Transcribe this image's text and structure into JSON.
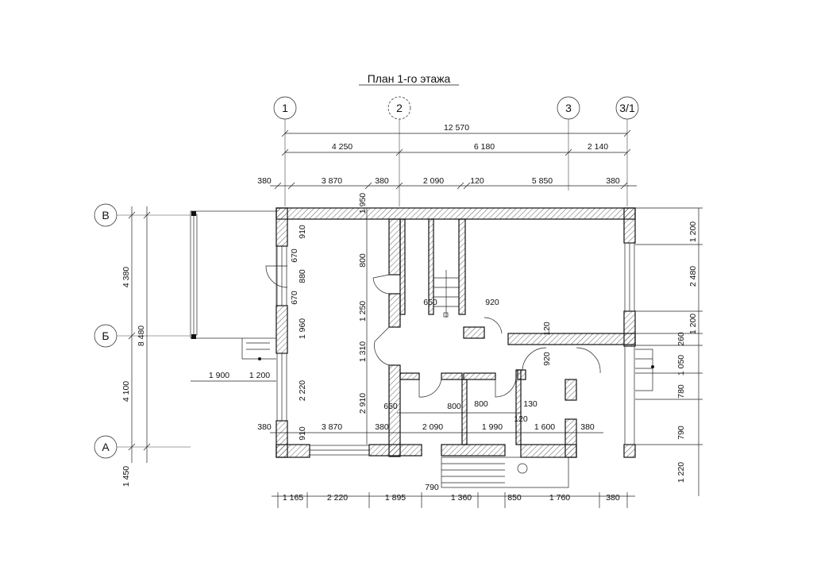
{
  "title": "План 1-го этажа",
  "axes": {
    "columns": [
      "1",
      "2",
      "3",
      "3/1"
    ],
    "rows": [
      "В",
      "Б",
      "А"
    ]
  },
  "dims_top": {
    "overall": "12 570",
    "row2": [
      "4 250",
      "6 180",
      "2 140"
    ],
    "row3": [
      "380",
      "3 870",
      "380",
      "2 090",
      "120",
      "5 850",
      "380"
    ]
  },
  "dims_bottom": [
    "1 165",
    "2 220",
    "1 895",
    "1 360",
    "850",
    "1 760",
    "380"
  ],
  "dims_left": {
    "outer": "8 480",
    "middle": [
      "4 380",
      "4 100",
      "1 450"
    ]
  },
  "dims_right": [
    "1 200",
    "2 480",
    "1 200",
    "260",
    "1 050",
    "780",
    "790",
    "1 220"
  ],
  "dims_interior": {
    "left_wall": [
      "910",
      "670",
      "880",
      "670",
      "1 960",
      "2 220",
      "910"
    ],
    "center_wall": [
      "1 950",
      "800",
      "1 250",
      "1 310",
      "2 910"
    ],
    "bottom_row": [
      "380",
      "3 870",
      "380",
      "2 090",
      "1 990",
      "1 600",
      "380"
    ],
    "porch": [
      "1 900",
      "1 200"
    ],
    "misc": [
      "650",
      "920",
      "120",
      "920",
      "650",
      "800",
      "800",
      "130",
      "120",
      "790"
    ]
  }
}
